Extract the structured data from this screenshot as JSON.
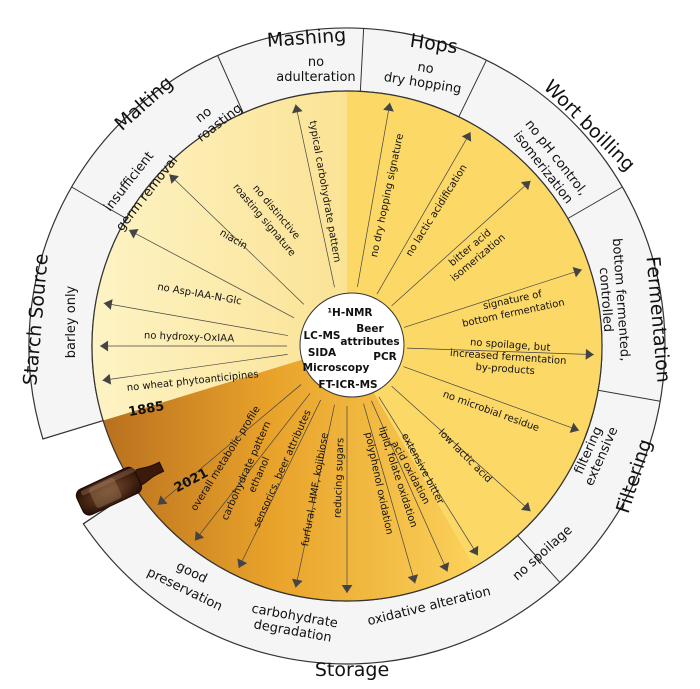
{
  "stages": [
    {
      "id": "starch-source",
      "name": "Starch Source",
      "ring": [
        "barley only"
      ]
    },
    {
      "id": "malting",
      "name": "Malting",
      "ring": [
        "insufficient",
        "germ removal",
        "no",
        "roasting"
      ]
    },
    {
      "id": "mashing",
      "name": "Mashing",
      "ring": [
        "no",
        "adulteration"
      ]
    },
    {
      "id": "hops",
      "name": "Hops",
      "ring": [
        "no",
        "dry hopping"
      ]
    },
    {
      "id": "wort-boilling",
      "name": "Wort boilling",
      "ring": [
        "no pH control,",
        "isomerization"
      ]
    },
    {
      "id": "fermentation",
      "name": "Fermentation",
      "ring": [
        "bottom fermented,",
        "controlled"
      ]
    },
    {
      "id": "filtering",
      "name": "Filtering",
      "ring": [
        "extensive",
        "filtering"
      ]
    },
    {
      "id": "storage",
      "name": "Storage",
      "ring": [
        "no spoilage",
        "oxidative alteration",
        "carbohydrate",
        "degradation",
        "good",
        "preservation"
      ]
    }
  ],
  "years": {
    "start": "1885",
    "end": "2021"
  },
  "methods": [
    "¹H-NMR",
    "Beer",
    "attributes",
    "LC-MS",
    "SIDA",
    "PCR",
    "Microscopy",
    "FT-ICR-MS"
  ],
  "spokes": [
    {
      "id": "wheat",
      "text": "no wheat phytoanticipines"
    },
    {
      "id": "hydroxy",
      "text": "no hydroxy-OxIAA"
    },
    {
      "id": "aspiaa",
      "text": "no Asp-IAA-N-Glc"
    },
    {
      "id": "niacin",
      "text": "niacin"
    },
    {
      "id": "roast",
      "lines": [
        "no distinctive",
        "roasting signature"
      ]
    },
    {
      "id": "carbo",
      "text": "typical carbohydrate pattern"
    },
    {
      "id": "dryhop",
      "text": "no dry hopping signature"
    },
    {
      "id": "lactic",
      "text": "no lactic acidification"
    },
    {
      "id": "bitter",
      "lines": [
        "bitter acid",
        "isomerization"
      ]
    },
    {
      "id": "bottom",
      "lines": [
        "signature of",
        "bottom fermentation"
      ]
    },
    {
      "id": "spoil",
      "lines": [
        "no spoilage, but",
        "increased fermentation",
        "by-products"
      ]
    },
    {
      "id": "microbial",
      "text": "no microbial residue"
    },
    {
      "id": "lowlactic",
      "text": "low lactic acid"
    },
    {
      "id": "extbitter",
      "lines": [
        "extensive bitter",
        "acid oxidation"
      ]
    },
    {
      "id": "lipid",
      "lines": [
        "lipid, folate oxidation"
      ]
    },
    {
      "id": "polyphenol",
      "text": "polyphenol oxidation"
    },
    {
      "id": "reducing",
      "text": "reducing sugars"
    },
    {
      "id": "furfural",
      "text": "furfural, HMF, kojibiose"
    },
    {
      "id": "sensorics",
      "text": "sensorics, beer attributes"
    },
    {
      "id": "carbopat",
      "lines": [
        "carbohydrate pattern",
        "ethanol"
      ]
    },
    {
      "id": "overall",
      "text": "overall metabolic profile"
    }
  ],
  "colors": {
    "pale": "#fbeaa4",
    "mid": "#fcd664",
    "deep": "#f2b42e",
    "brown": "#9a5a1a",
    "ring": "#f4f4f4",
    "stroke": "#333333"
  }
}
